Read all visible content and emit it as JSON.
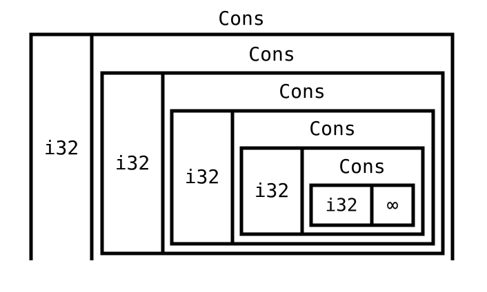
{
  "diagram": {
    "levels": [
      {
        "cons_label": "Cons",
        "value_label": "i32"
      },
      {
        "cons_label": "Cons",
        "value_label": "i32"
      },
      {
        "cons_label": "Cons",
        "value_label": "i32"
      },
      {
        "cons_label": "Cons",
        "value_label": "i32"
      },
      {
        "cons_label": "Cons",
        "value_label": "i32"
      }
    ],
    "infinity_label": "∞"
  },
  "colors": {
    "stroke": "#000000",
    "background": "#ffffff"
  }
}
